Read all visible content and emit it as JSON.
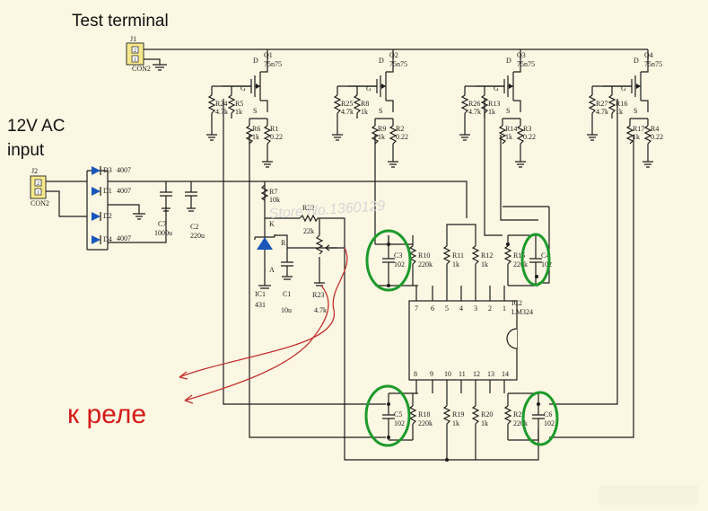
{
  "annotations": {
    "test_terminal": "Test terminal",
    "ac_input_line1": "12V AC",
    "ac_input_line2": "input",
    "relay": "к реле"
  },
  "watermark": "Store No.1360129",
  "connectors": [
    {
      "ref": "J1",
      "type": "CON2",
      "pins": [
        "2",
        "1"
      ]
    },
    {
      "ref": "J2",
      "type": "CON2",
      "pins": [
        "2",
        "1"
      ]
    }
  ],
  "mosfets": [
    {
      "ref": "Q1",
      "part": "75n75"
    },
    {
      "ref": "Q2",
      "part": "75n75"
    },
    {
      "ref": "Q3",
      "part": "75n75"
    },
    {
      "ref": "Q4",
      "part": "75n75"
    }
  ],
  "pin_letters": {
    "drain": "D",
    "gate": "G",
    "source": "S"
  },
  "diodes": [
    {
      "ref": "D3",
      "part": "4007"
    },
    {
      "ref": "D1",
      "part": "4007"
    },
    {
      "ref": "D2",
      "part": "4007"
    },
    {
      "ref": "D4",
      "part": "4007"
    }
  ],
  "gate_resistors": [
    {
      "ref": "R24",
      "value": "4.7k"
    },
    {
      "ref": "R5",
      "value": "1k"
    },
    {
      "ref": "R25",
      "value": "4.7k"
    },
    {
      "ref": "R8",
      "value": "1k"
    },
    {
      "ref": "R26",
      "value": "4.7k"
    },
    {
      "ref": "R13",
      "value": "1k"
    },
    {
      "ref": "R27",
      "value": "4.7k"
    },
    {
      "ref": "R16",
      "value": "1k"
    }
  ],
  "sense_resistors": [
    {
      "ref": "R6",
      "value": "1k"
    },
    {
      "ref": "R1",
      "value": "0.22"
    },
    {
      "ref": "R9",
      "value": "1k"
    },
    {
      "ref": "R2",
      "value": "0.22"
    },
    {
      "ref": "R14",
      "value": "1k"
    },
    {
      "ref": "R3",
      "value": "0.22"
    },
    {
      "ref": "R17",
      "value": "1k"
    },
    {
      "ref": "R4",
      "value": "0.22"
    }
  ],
  "supply": {
    "c7": {
      "ref": "C7",
      "value": "1000u"
    },
    "c2": {
      "ref": "C2",
      "value": "220u"
    },
    "r7": {
      "ref": "R7",
      "value": "10k"
    },
    "ic1": {
      "ref": "IC1",
      "part": "431"
    },
    "c1": {
      "ref": "C1",
      "value": "10u"
    },
    "r22": {
      "ref": "R22",
      "value": "22k"
    },
    "r23": {
      "ref": "R23",
      "value": "4.7k"
    },
    "k_letter": "K",
    "r_letter": "R",
    "a_letter": "A"
  },
  "comparator": {
    "ref": "IC2",
    "part": "LM324",
    "top_pins": [
      "7",
      "6",
      "5",
      "4",
      "3",
      "2",
      "1"
    ],
    "bottom_pins": [
      "8",
      "9",
      "10",
      "11",
      "12",
      "13",
      "14"
    ]
  },
  "network": {
    "top": [
      {
        "ref": "C3",
        "value": "102"
      },
      {
        "ref": "R10",
        "value": "220k"
      },
      {
        "ref": "R11",
        "value": "1k"
      },
      {
        "ref": "R12",
        "value": "1k"
      },
      {
        "ref": "R15",
        "value": "220k"
      },
      {
        "ref": "C4",
        "value": "102"
      }
    ],
    "bottom": [
      {
        "ref": "C5",
        "value": "102"
      },
      {
        "ref": "R18",
        "value": "220k"
      },
      {
        "ref": "R19",
        "value": "1k"
      },
      {
        "ref": "R20",
        "value": "1k"
      },
      {
        "ref": "R21",
        "value": "220k"
      },
      {
        "ref": "C6",
        "value": "102"
      }
    ]
  },
  "colors": {
    "circle": "#1c9a2c",
    "annotation": "#d51a1a",
    "paper": "#fbf7e2",
    "ink": "#1c1c1c"
  }
}
